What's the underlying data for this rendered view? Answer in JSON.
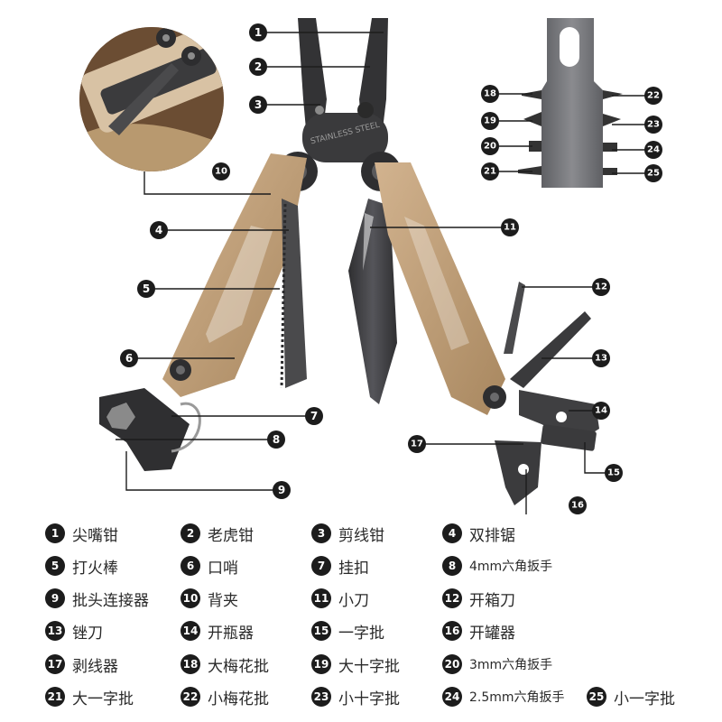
{
  "parts": [
    {
      "num": "1",
      "label": "尖嘴钳"
    },
    {
      "num": "2",
      "label": "老虎钳"
    },
    {
      "num": "3",
      "label": "剪线钳"
    },
    {
      "num": "4",
      "label": "双排锯"
    },
    {
      "num": "5",
      "label": "打火棒"
    },
    {
      "num": "6",
      "label": "口哨"
    },
    {
      "num": "7",
      "label": "挂扣"
    },
    {
      "num": "8",
      "label": "4mm六角扳手"
    },
    {
      "num": "9",
      "label": "批头连接器"
    },
    {
      "num": "10",
      "label": "背夹"
    },
    {
      "num": "11",
      "label": "小刀"
    },
    {
      "num": "12",
      "label": "开箱刀"
    },
    {
      "num": "13",
      "label": "锉刀"
    },
    {
      "num": "14",
      "label": "开瓶器"
    },
    {
      "num": "15",
      "label": "一字批"
    },
    {
      "num": "16",
      "label": "开罐器"
    },
    {
      "num": "17",
      "label": "剥线器"
    },
    {
      "num": "18",
      "label": "大梅花批"
    },
    {
      "num": "19",
      "label": "大十字批"
    },
    {
      "num": "20",
      "label": "3mm六角扳手"
    },
    {
      "num": "21",
      "label": "大一字批"
    },
    {
      "num": "22",
      "label": "小梅花批"
    },
    {
      "num": "23",
      "label": "小十字批"
    },
    {
      "num": "24",
      "label": "2.5mm六角扳手"
    },
    {
      "num": "25",
      "label": "小一字批"
    }
  ],
  "engraving": "STAINLESS STEEL",
  "colors": {
    "steel": "#3f3f41",
    "steel_light": "#5a5a5c",
    "handle_tan": "#c6a47f",
    "handle_tan_dark": "#9c7c5a",
    "callout": "#1c1c1c",
    "bit_holder": "#7a7b7e"
  }
}
